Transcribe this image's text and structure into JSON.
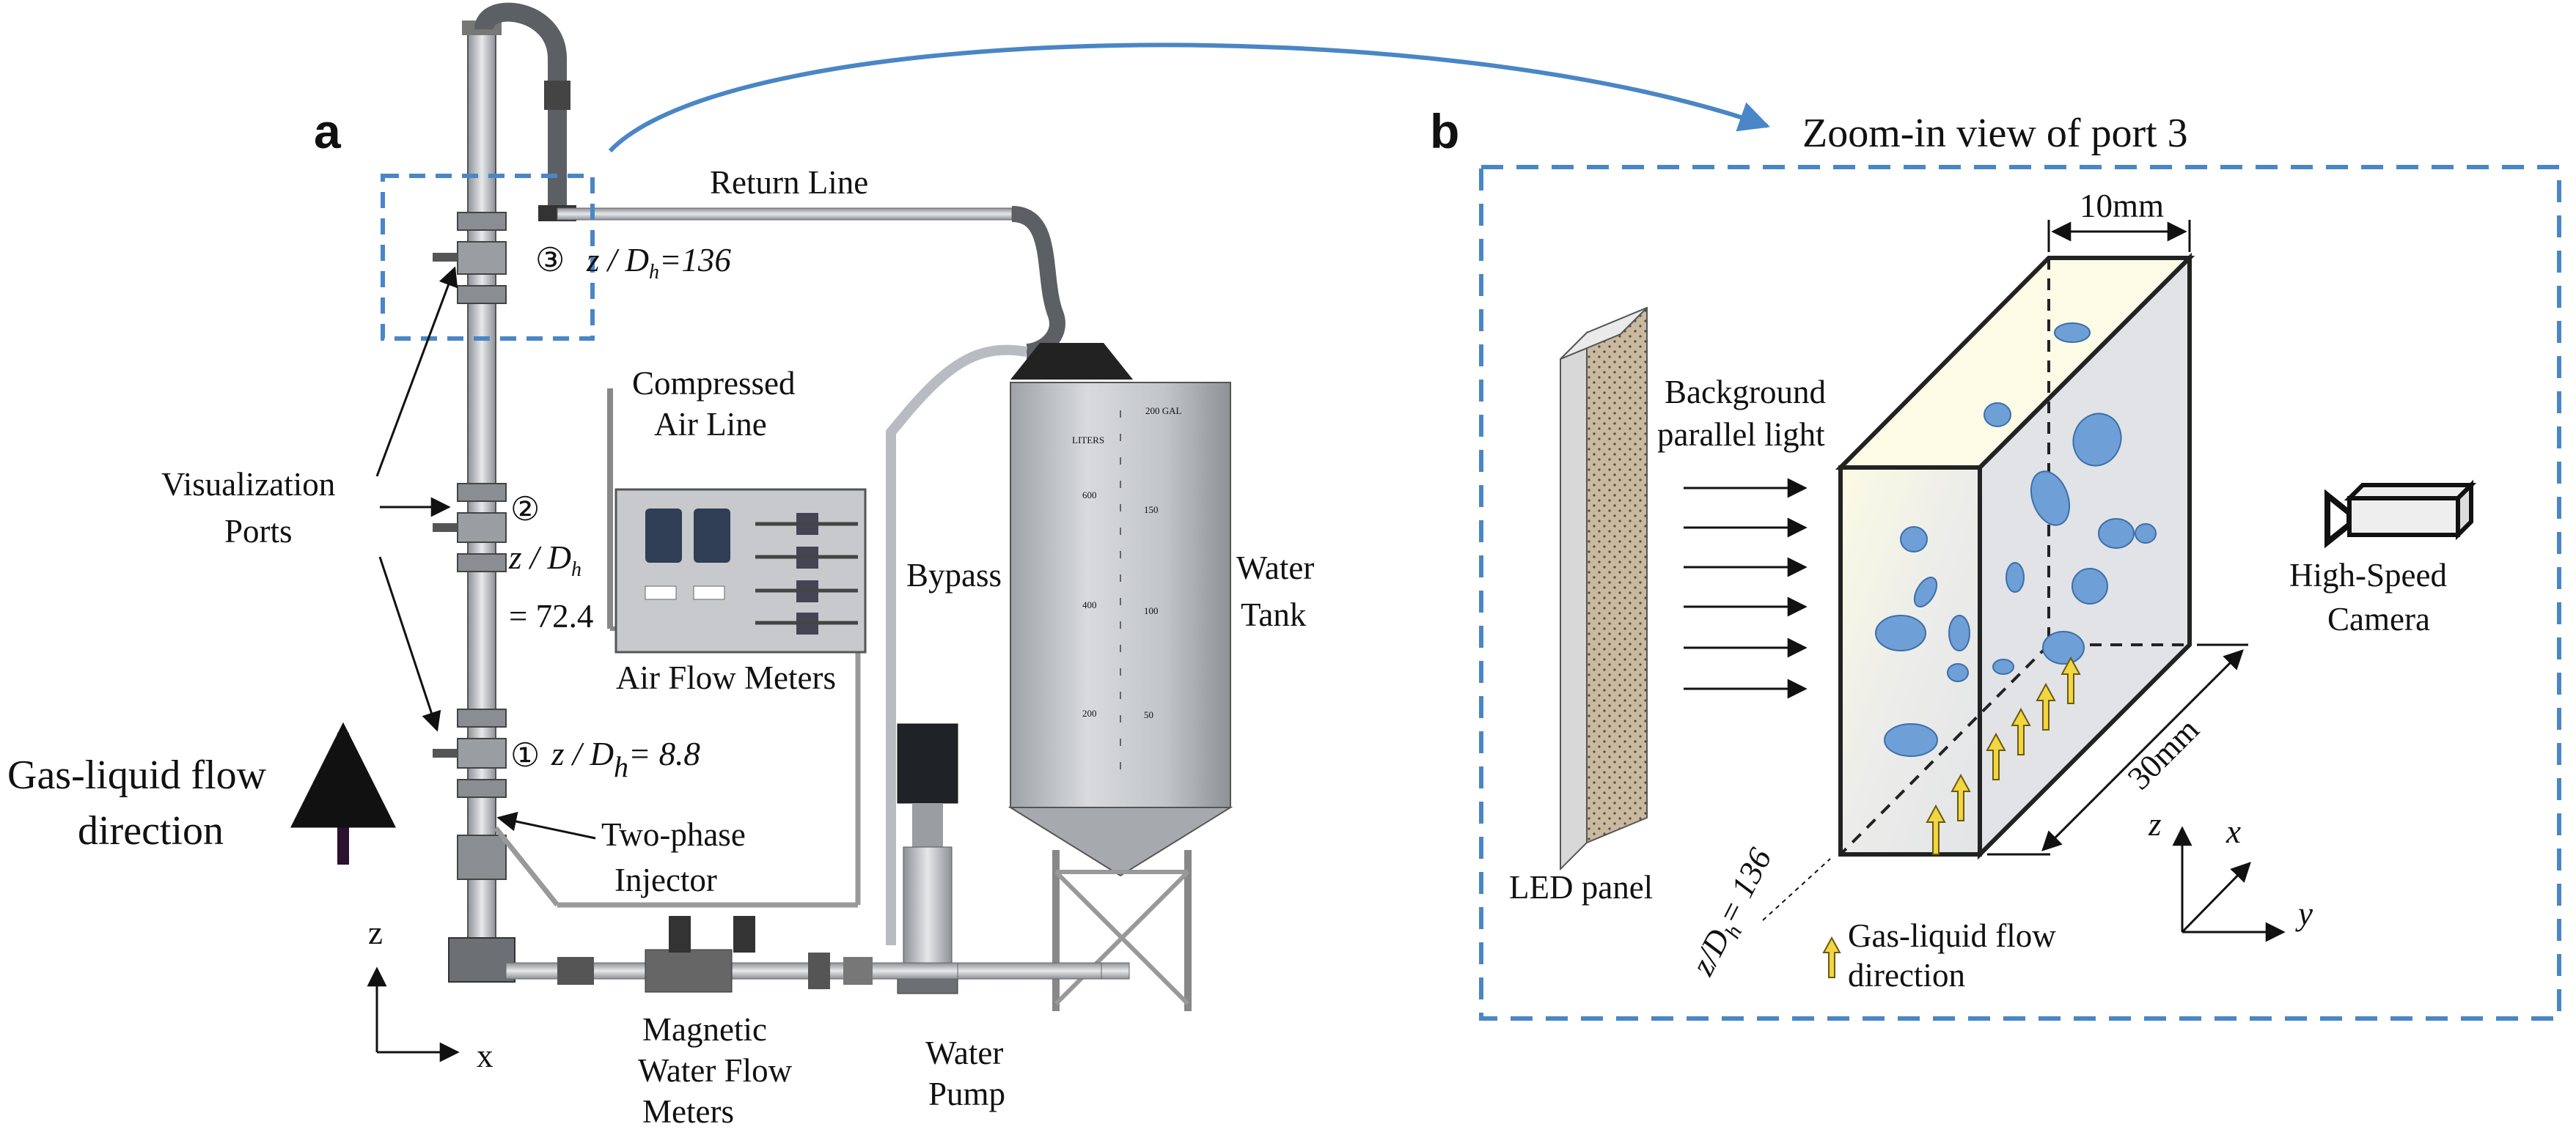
{
  "panel_a": {
    "letter": "a",
    "return_line": "Return Line",
    "port3_marker": "③",
    "port3_label": "z / D",
    "port3_sub": "h",
    "port3_value": "=136",
    "compressed_air_line": [
      "Compressed",
      "Air Line"
    ],
    "visualization_ports": [
      "Visualization",
      "Ports"
    ],
    "port2_marker": "②",
    "port2_label": "z / D",
    "port2_sub": "h",
    "port2_value": "= 72.4",
    "bypass": "Bypass",
    "water_tank": [
      "Water",
      "Tank"
    ],
    "air_flow_meters": "Air Flow Meters",
    "port1_marker": "①",
    "port1_label": "z / D",
    "port1_sub": "h",
    "port1_value": "= 8.8",
    "gas_liquid_flow": [
      "Gas-liquid flow",
      "direction"
    ],
    "two_phase_injector": [
      "Two-phase",
      "Injector"
    ],
    "axis_z": "z",
    "axis_x": "x",
    "magnetic_water_flow_meters": [
      "Magnetic",
      "Water Flow",
      "Meters"
    ],
    "water_pump": [
      "Water",
      "Pump"
    ],
    "tank_scale": [
      "200 GAL",
      "LITERS",
      "600",
      "150",
      "400",
      "100",
      "200",
      "50"
    ]
  },
  "panel_b": {
    "letter": "b",
    "title": "Zoom-in view of port 3",
    "dim_10mm": "10mm",
    "background_light": [
      "Background",
      "parallel light"
    ],
    "high_speed_camera": [
      "High-Speed",
      "Camera"
    ],
    "dim_30mm": "30mm",
    "led_panel": "LED panel",
    "z_dh_136": "z/D",
    "z_dh_sub": "h",
    "z_dh_val": "= 136",
    "flow_legend": [
      "Gas-liquid flow",
      "direction"
    ],
    "axis_z": "z",
    "axis_x": "x",
    "axis_y": "y"
  },
  "colors": {
    "dashed_box": "#4a86c5",
    "bubble": "#6e9fd6",
    "yellow_arrow": "#f2d640",
    "pipe": "#b8bcc2"
  }
}
